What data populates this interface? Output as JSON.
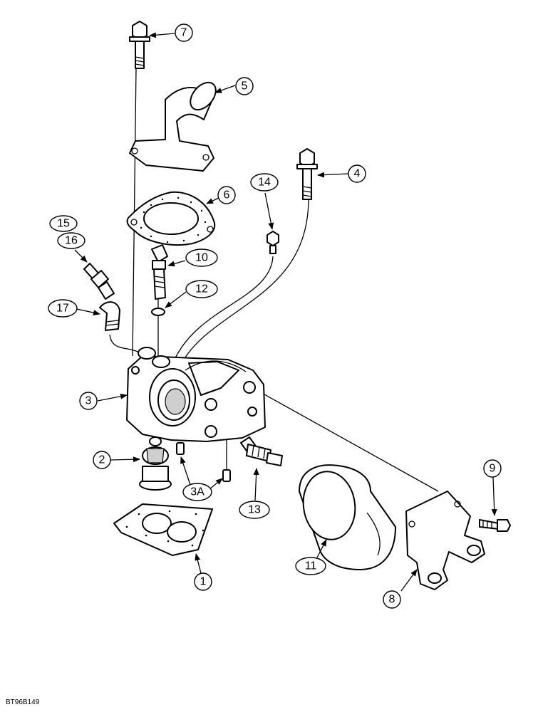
{
  "drawing_ref": "BT96B149",
  "callouts": [
    {
      "id": "c1",
      "label": "1"
    },
    {
      "id": "c2",
      "label": "2"
    },
    {
      "id": "c3",
      "label": "3"
    },
    {
      "id": "c3a",
      "label": "3A"
    },
    {
      "id": "c4",
      "label": "4"
    },
    {
      "id": "c5",
      "label": "5"
    },
    {
      "id": "c6",
      "label": "6"
    },
    {
      "id": "c7",
      "label": "7"
    },
    {
      "id": "c8",
      "label": "8"
    },
    {
      "id": "c9",
      "label": "9"
    },
    {
      "id": "c10",
      "label": "10"
    },
    {
      "id": "c11",
      "label": "11"
    },
    {
      "id": "c12",
      "label": "12"
    },
    {
      "id": "c13",
      "label": "13"
    },
    {
      "id": "c14",
      "label": "14"
    },
    {
      "id": "c15",
      "label": "15"
    },
    {
      "id": "c16",
      "label": "16"
    },
    {
      "id": "c17",
      "label": "17"
    }
  ]
}
